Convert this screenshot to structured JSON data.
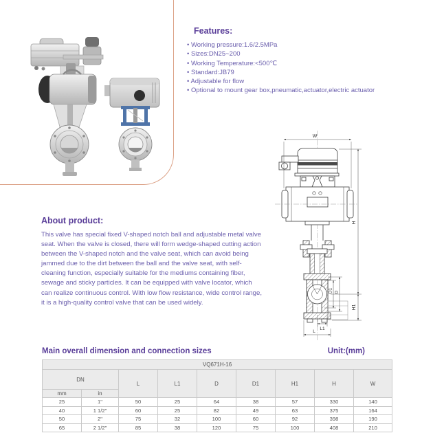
{
  "features": {
    "title": "Features:",
    "items": [
      "Working pressure:1.6/2.5MPa",
      "Sizes:DN25~200",
      "Working Temperature:<500℃",
      "Standard:JB79",
      "Adjustable for flow",
      "Optional to mount gear box,pneumatic,actuator,electric actuator"
    ]
  },
  "about": {
    "title": "About product:",
    "body": "This valve has special fixed V-shaped notch ball and adjustable metal valve seat. When the valve is closed, there will form wedge-shaped cutting action between the V-shaped notch and the valve seat, which can avoid being jammed due to the dirt between the ball and the valve seat, with self-cleaning function, especially suitable for the mediums containing fiber, sewage and sticky particles. It can be equipped with valve locator, which can realize continuous control. With low flow resistance, wide control range, it is a high-quality control valve that can be used widely."
  },
  "drawing": {
    "labels": {
      "w": "W",
      "h": "H",
      "h1": "H1",
      "d": "D",
      "d1": "D1",
      "l": "L",
      "l1": "L1"
    }
  },
  "table": {
    "section_title": "Main overall dimension and connection sizes",
    "unit_label": "Unit:(mm)",
    "model": "VQ671H-16",
    "dn_label": "DN",
    "dn_sub_headers": [
      "mm",
      "in"
    ],
    "dim_columns": [
      "L",
      "L1",
      "D",
      "D1",
      "H1",
      "H",
      "W"
    ],
    "rows": [
      [
        "25",
        "1\"",
        "50",
        "25",
        "64",
        "38",
        "57",
        "330",
        "140"
      ],
      [
        "40",
        "1 1/2\"",
        "60",
        "25",
        "82",
        "49",
        "63",
        "375",
        "164"
      ],
      [
        "50",
        "2\"",
        "75",
        "32",
        "100",
        "60",
        "92",
        "398",
        "190"
      ],
      [
        "65",
        "2 1/2\"",
        "85",
        "38",
        "120",
        "75",
        "100",
        "408",
        "210"
      ]
    ]
  },
  "colors": {
    "heading": "#5a3e99",
    "body_text": "#6b5fad",
    "frame_border": "#dca287",
    "table_border": "#c9c9c9",
    "table_header_bg": "#ebebeb",
    "table_text": "#555555"
  }
}
